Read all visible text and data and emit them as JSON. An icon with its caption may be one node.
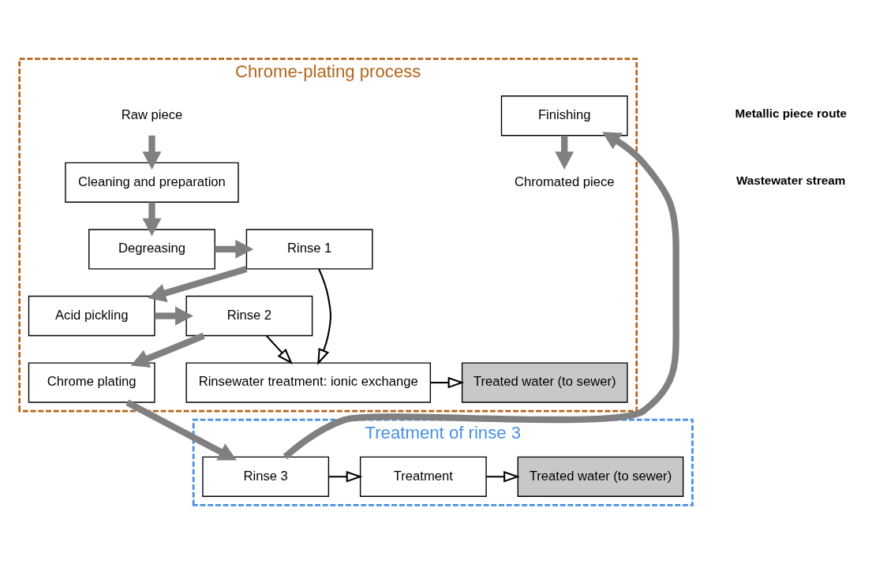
{
  "diagram": {
    "nodes": [
      {
        "text": [
          "Chrome-plating process"
        ]
      },
      {
        "text": [
          "Raw piece"
        ],
        "in": 0
      },
      {
        "text": [
          "Cleaning and preparation"
        ],
        "in": 0
      },
      {
        "text": [
          "Degreasing"
        ],
        "in": 0
      },
      {
        "text": [
          "Rinse 1"
        ],
        "in": 0
      },
      {
        "text": [
          "Acid pickling"
        ],
        "in": 0
      },
      {
        "text": [
          "Rinse 2"
        ],
        "in": 0
      },
      {
        "text": [
          "Rinsewater treatment: ionic exchange"
        ],
        "in": 0
      },
      {
        "text": [
          "Treated water (to sewer)"
        ],
        "in": 0
      },
      {
        "text": [
          "Chrome plating"
        ],
        "in": 0
      },
      {
        "text": [
          "Finishing"
        ],
        "in": 0
      },
      {
        "text": [
          "Chromated piece"
        ],
        "in": 0
      },
      {
        "text": [
          "Treatment of rinse 3"
        ]
      },
      {
        "text": [
          "Rinse 3"
        ],
        "in": 12
      },
      {
        "text": [
          "Treatment"
        ],
        "in": 12
      },
      {
        "text": [
          "Treated water (to sewer)"
        ],
        "in": 12
      }
    ],
    "edges": [
      {
        "from": 1,
        "to": 2,
        "arrow": "to"
      },
      {
        "from": 2,
        "to": 3,
        "arrow": "to"
      },
      {
        "from": 3,
        "to": 4,
        "arrow": "to"
      },
      {
        "from": 4,
        "to": 5,
        "arrow": "to"
      },
      {
        "from": 5,
        "to": 6,
        "arrow": "to"
      },
      {
        "from": 6,
        "to": 9,
        "arrow": "to"
      },
      {
        "from": 9,
        "to": 13,
        "arrow": "to"
      },
      {
        "from": 13,
        "to": 10,
        "arrow": "to"
      },
      {
        "from": 10,
        "to": 11,
        "arrow": "to"
      },
      {
        "from": 4,
        "to": 7,
        "arrow": "to",
        "color": "#000000"
      },
      {
        "from": 6,
        "to": 7,
        "arrow": "to",
        "color": "#000000"
      },
      {
        "from": 7,
        "to": 8,
        "arrow": "to",
        "color": "#000000"
      },
      {
        "from": 13,
        "to": 14,
        "arrow": "to",
        "color": "#000000"
      },
      {
        "from": 14,
        "to": 15,
        "arrow": "to",
        "color": "#000000"
      }
    ],
    "legend": [
      {
        "text": "Metallic piece route"
      },
      {
        "text": "Wastewater stream"
      }
    ]
  }
}
